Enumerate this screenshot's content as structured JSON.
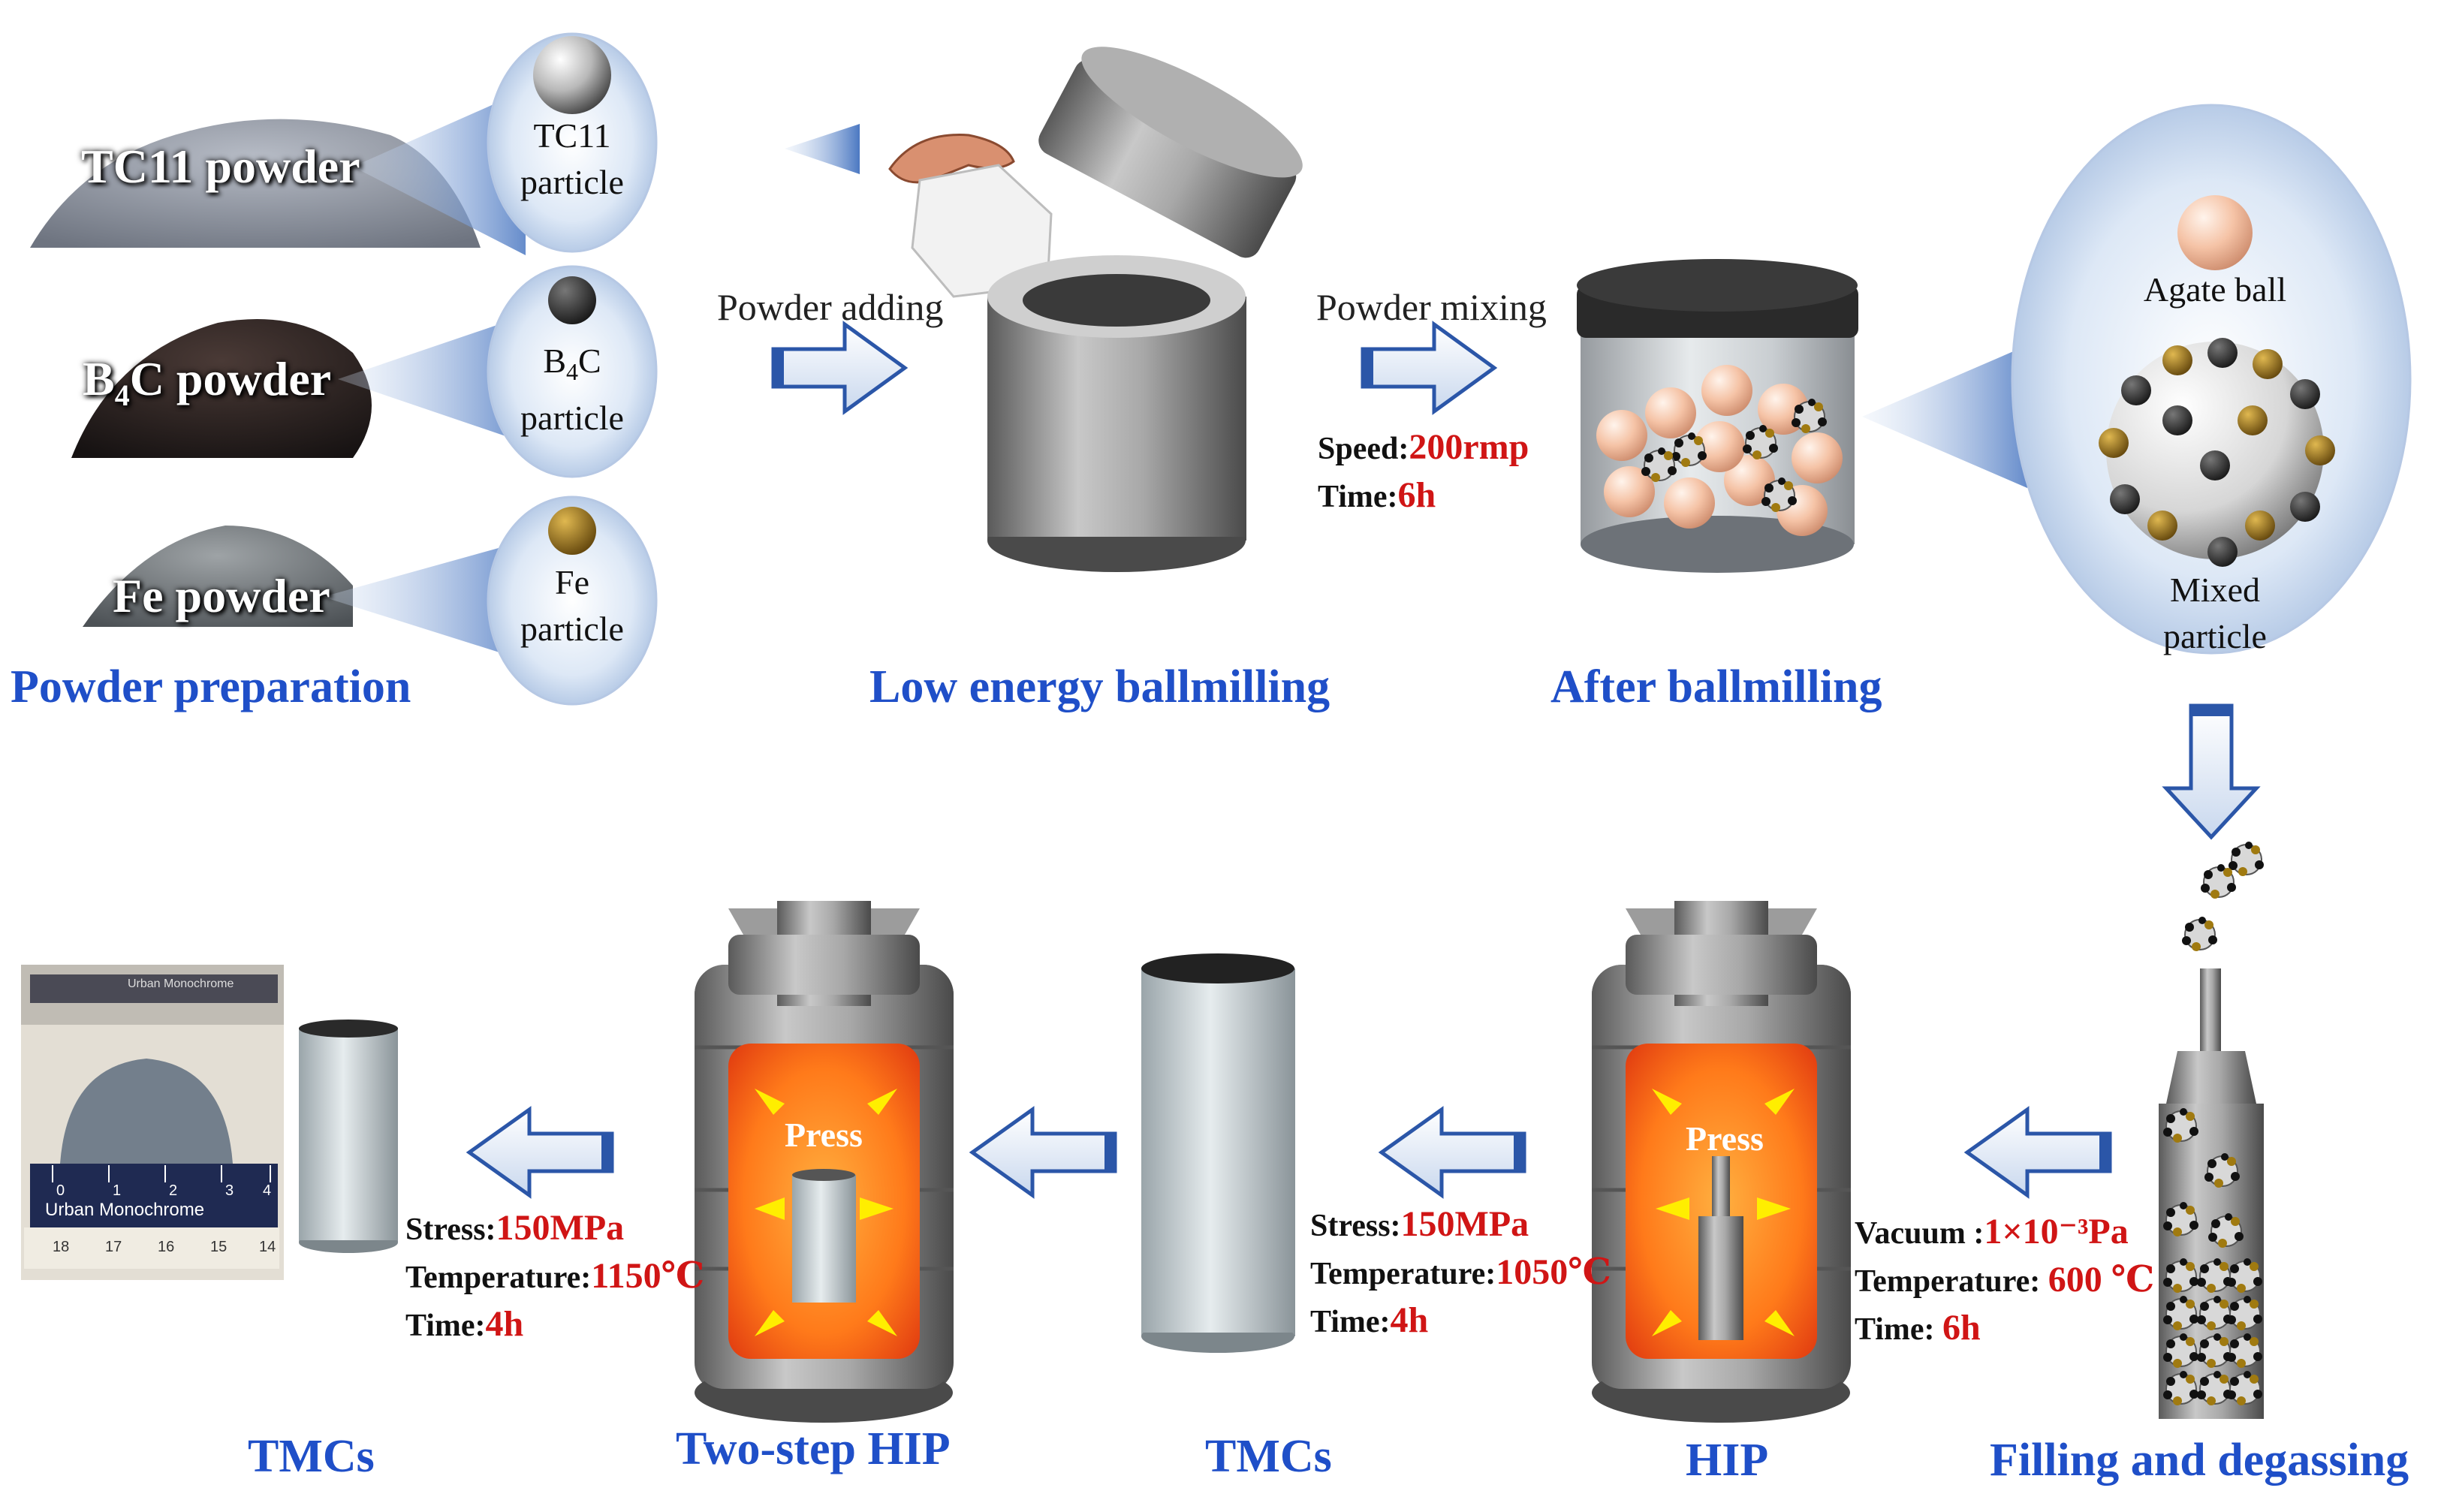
{
  "stages": {
    "powder_preparation": "Powder preparation",
    "low_energy_ballmilling": "Low energy ballmilling",
    "after_ballmilling": "After ballmilling",
    "filling_and_degassing": "Filling and degassing",
    "hip": "HIP",
    "tmcs_middle": "TMCs",
    "two_step_hip": "Two-step HIP",
    "tmcs_final": "TMCs"
  },
  "powders": {
    "tc11": {
      "pile": "TC11 powder",
      "particle_line1": "TC11",
      "particle_line2": "particle"
    },
    "b4c": {
      "pile_pre": "B",
      "pile_sub": "4",
      "pile_post": "C powder",
      "particle_pre": "B",
      "particle_sub": "4",
      "particle_post": "C",
      "particle_line2": "particle"
    },
    "fe": {
      "pile": "Fe powder",
      "particle_line1": "Fe",
      "particle_line2": "particle"
    }
  },
  "steps": {
    "powder_adding": "Powder adding",
    "powder_mixing": "Powder mixing"
  },
  "mixing_params": {
    "speed_label": "Speed:",
    "speed_value": "200rmp",
    "time_label": "Time:",
    "time_value": "6h"
  },
  "mix_balls": {
    "agate_ball": "Agate ball",
    "mixed_line1": "Mixed",
    "mixed_line2": "particle"
  },
  "degassing_params": {
    "vacuum_label": "Vacuum :",
    "vacuum_value": "1×10⁻³Pa",
    "temperature_label": "Temperature: ",
    "temperature_value": "600 ℃",
    "time_label": "Time: ",
    "time_value": "6h"
  },
  "hip_params": {
    "stress_label": "Stress:",
    "stress_value": "150MPa",
    "temperature_label": "Temperature:",
    "temperature_value": "1050℃",
    "time_label": "Time:",
    "time_value": "4h"
  },
  "two_step_params": {
    "stress_label": "Stress:",
    "stress_value": "150MPa",
    "temperature_label": "Temperature:",
    "temperature_value": "1150℃",
    "time_label": "Time:",
    "time_value": "4h"
  },
  "press_label": "Press",
  "photo": {
    "brand": "Urban Monochrome",
    "brand_top": "Urban Monochrome",
    "ruler_numbers": [
      "0",
      "1",
      "2",
      "3",
      "4"
    ],
    "ruler_bottom_numbers": [
      "18",
      "17",
      "16",
      "15",
      "14"
    ]
  },
  "colors": {
    "stage_text": "#1f4fc8",
    "param_value": "#d01515",
    "furnace_core": "#ff7a1a",
    "press_arrow": "#ffee00"
  }
}
